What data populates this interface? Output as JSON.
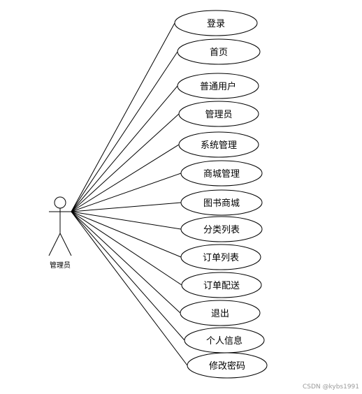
{
  "actor": {
    "label": "管理员"
  },
  "use_cases": [
    {
      "label": "登录"
    },
    {
      "label": "首页"
    },
    {
      "label": "普通用户"
    },
    {
      "label": "管理员"
    },
    {
      "label": "系统管理"
    },
    {
      "label": "商城管理"
    },
    {
      "label": "图书商城"
    },
    {
      "label": "分类列表"
    },
    {
      "label": "订单列表"
    },
    {
      "label": "订单配送"
    },
    {
      "label": "退出"
    },
    {
      "label": "个人信息"
    },
    {
      "label": "修改密码"
    }
  ],
  "watermark": "CSDN @kybs1991",
  "colors": {
    "stroke": "#000000",
    "fill": "#ffffff",
    "watermark": "#9a9a9a"
  }
}
